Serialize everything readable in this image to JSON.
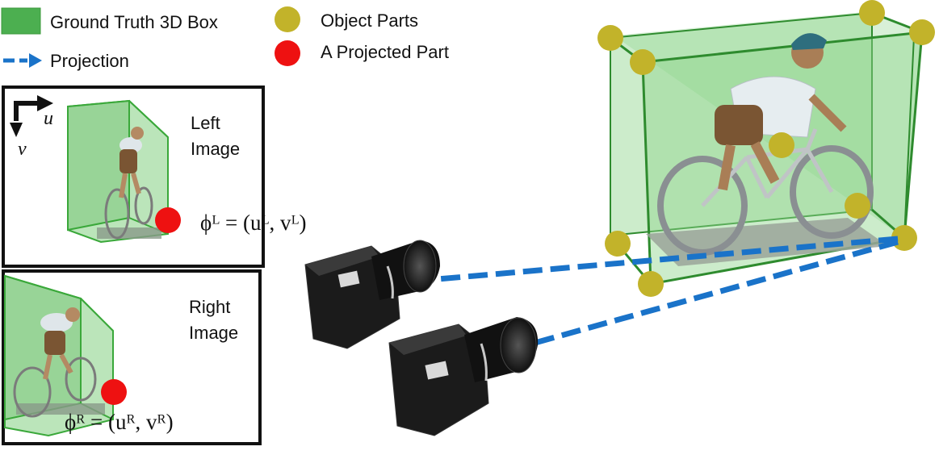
{
  "legend": {
    "box_label": "Ground Truth 3D Box",
    "projection_label": "Projection",
    "parts_label": "Object Parts",
    "projected_part_label": "A Projected Part"
  },
  "left_panel": {
    "title_line1": "Left",
    "title_line2": "Image",
    "axis_u": "u",
    "axis_v": "v",
    "formula": "ϕᴸ = (uᴸ, vᴸ)"
  },
  "right_panel": {
    "title_line1": "Right",
    "title_line2": "Image",
    "formula": "ϕᴿ = (uᴿ, vᴿ)"
  },
  "colors": {
    "box_fill": "#4caf50",
    "box_edge": "#2e8b2e",
    "part": "#c2b32a",
    "projected_part": "#ee1111",
    "projection_arrow": "#1a73c9"
  },
  "icons": {
    "cyclist": "cyclist-on-bicycle",
    "camera": "camera-icon"
  }
}
